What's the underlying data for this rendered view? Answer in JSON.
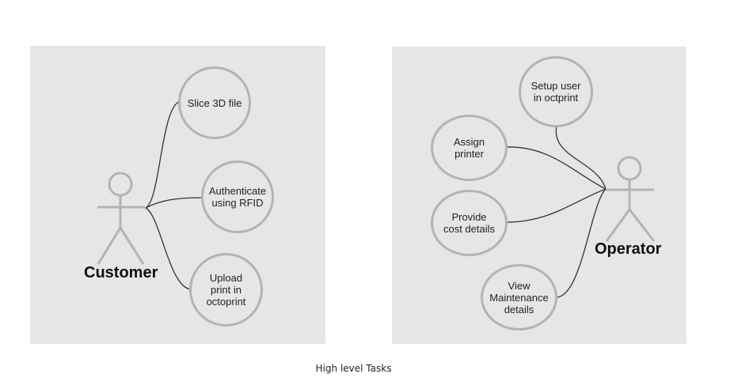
{
  "caption": "High level Tasks",
  "customer_diagram": {
    "actor": "Customer",
    "use_cases": [
      "Slice 3D file",
      "Authenticate\nusing RFID",
      "Upload\nprint in\noctoprint"
    ]
  },
  "operator_diagram": {
    "actor": "Operator",
    "use_cases": [
      "Setup user\nin octprint",
      "Assign\nprinter",
      "Provide\ncost details",
      "View\nMaintenance\ndetails"
    ]
  },
  "colors": {
    "panel_background": "#e6e6e6",
    "stroke": "#b3b3b3",
    "connector": "#333333"
  }
}
